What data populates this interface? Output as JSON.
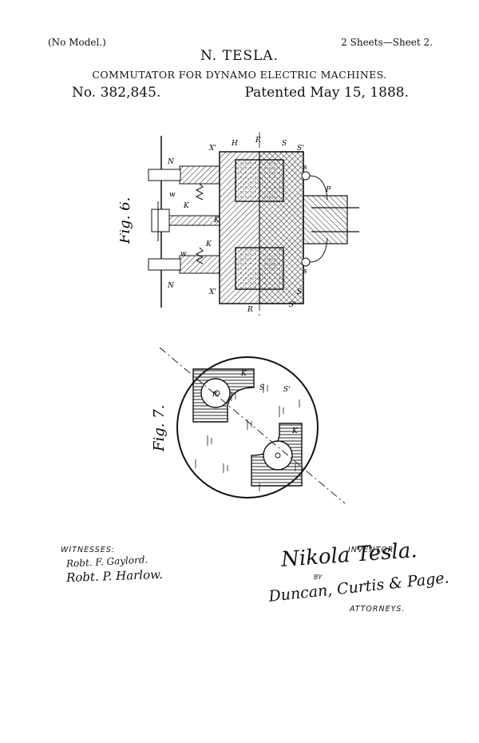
{
  "header": {
    "no_model": "(No Model.)",
    "sheets": "2 Sheets—Sheet 2.",
    "inventor": "N. TESLA.",
    "title": "COMMUTATOR FOR DYNAMO ELECTRIC MACHINES.",
    "patent_number": "No. 382,845.",
    "patented": "Patented May 15, 1888."
  },
  "figures": {
    "fig6": {
      "label": "Fig. 6.",
      "letters": [
        "N",
        "X'",
        "H",
        "R",
        "S",
        "S'",
        "w",
        "K",
        "N",
        "K",
        "w",
        "X'",
        "K",
        "R",
        "s",
        "P",
        "S'",
        "S",
        "s"
      ]
    },
    "fig7": {
      "label": "Fig. 7.",
      "letters": [
        "K",
        "S",
        "R",
        "S'",
        "K"
      ]
    }
  },
  "footer": {
    "witnesses_label": "WITNESSES:",
    "witness_1": "Robt. F. Gaylord.",
    "witness_2": "Robt. P. Harlow.",
    "inventor_label": "INVENTOR.",
    "inventor_signature": "Nikola Tesla.",
    "by": "BY",
    "attorneys_signature": "Duncan, Curtis & Page.",
    "attorneys_label": "ATTORNEYS."
  }
}
